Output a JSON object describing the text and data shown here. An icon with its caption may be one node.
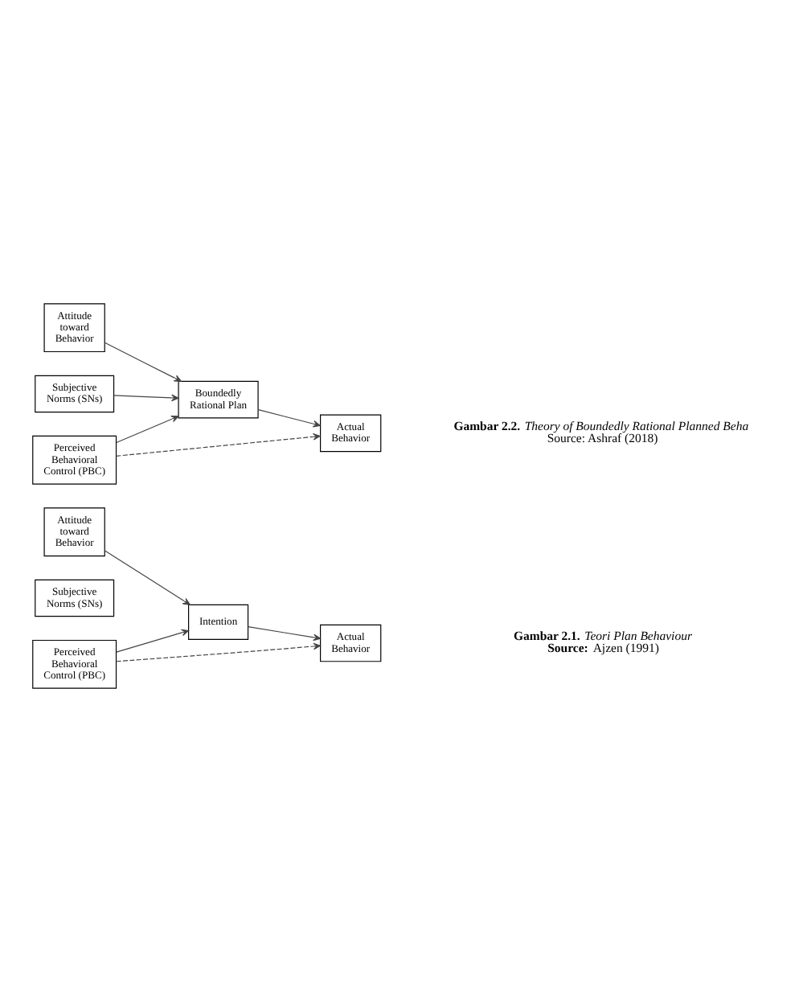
{
  "diagram": {
    "nodes": [
      {
        "text": [
          "Attitude toward Behavior"
        ]
      },
      {
        "text": [
          "Subjective Norms (SNs)"
        ]
      },
      {
        "text": [
          "Perceived Behavioral Control (PBC)"
        ]
      },
      {
        "text": [
          "Intention"
        ]
      },
      {
        "text": [
          "Actual Behavior"
        ]
      },
      {
        "text": [
          "Attitude toward Behavior"
        ]
      },
      {
        "text": [
          "Subjective Norms (SNs)"
        ]
      },
      {
        "text": [
          "Boundedly Rational Plan"
        ]
      },
      {
        "text": [
          "Perceived Behavioral Control (PBC)"
        ]
      },
      {
        "text": [
          "Actual Behavior"
        ]
      }
    ],
    "edges": [
      {
        "from": 0,
        "to": 3,
        "arrow": "to"
      },
      {
        "from": 2,
        "to": 3,
        "arrow": "to"
      },
      {
        "from": 3,
        "to": 4,
        "arrow": "to"
      },
      {
        "from": 2,
        "to": 4,
        "arrow": "to",
        "style": "dashed"
      },
      {
        "from": 5,
        "to": 7,
        "arrow": "to"
      },
      {
        "from": 6,
        "to": 7,
        "arrow": "to"
      },
      {
        "from": 8,
        "to": 7,
        "arrow": "to"
      },
      {
        "from": 7,
        "to": 9,
        "arrow": "to"
      },
      {
        "from": 8,
        "to": 9,
        "arrow": "to",
        "style": "dashed"
      }
    ],
    "labels": [
      "**Gambar 2.1.** *Teori Plan Behaviour*",
      "**Source:** Ajzen (1991)",
      "**Gambar 2.2.** *Theory of Boundedly Rational Planned Beha*",
      "Source: Ashraf (2018)"
    ]
  }
}
